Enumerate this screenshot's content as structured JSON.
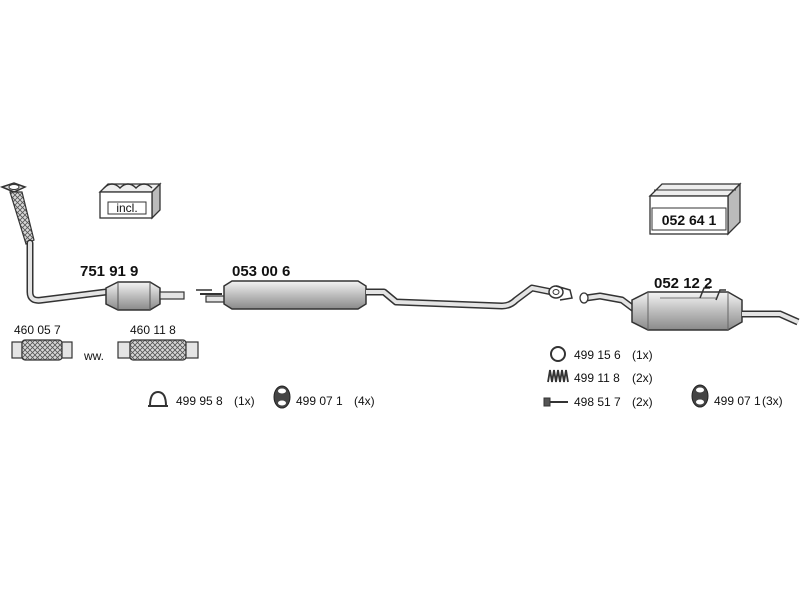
{
  "parts": {
    "front_pipe": "751 91 9",
    "middle_silencer": "053 00 6",
    "rear_silencer": "052 12 2",
    "clamp_left": "460 05 7",
    "clamp_right": "460 11 8",
    "ww_label": "ww.",
    "mounting_kit_badge": "incl.",
    "mounting_kit_box": "052 64 1"
  },
  "accessories": [
    {
      "code": "499 95 8",
      "qty": "(1x)",
      "icon": "gasket-ring-icon"
    },
    {
      "code": "499 07 1",
      "qty": "(4x)",
      "icon": "rubber-hanger-icon"
    },
    {
      "code": "499 15 6",
      "qty": "(1x)",
      "icon": "o-ring-icon"
    },
    {
      "code": "499 11 8",
      "qty": "(2x)",
      "icon": "spring-icon"
    },
    {
      "code": "498 51 7",
      "qty": "(2x)",
      "icon": "bolt-icon"
    },
    {
      "code": "499 07 1",
      "qty": "(3x)",
      "icon": "rubber-hanger-icon"
    }
  ],
  "colors": {
    "line": "#333333",
    "fill": "#cccccc",
    "dark": "#555555"
  }
}
